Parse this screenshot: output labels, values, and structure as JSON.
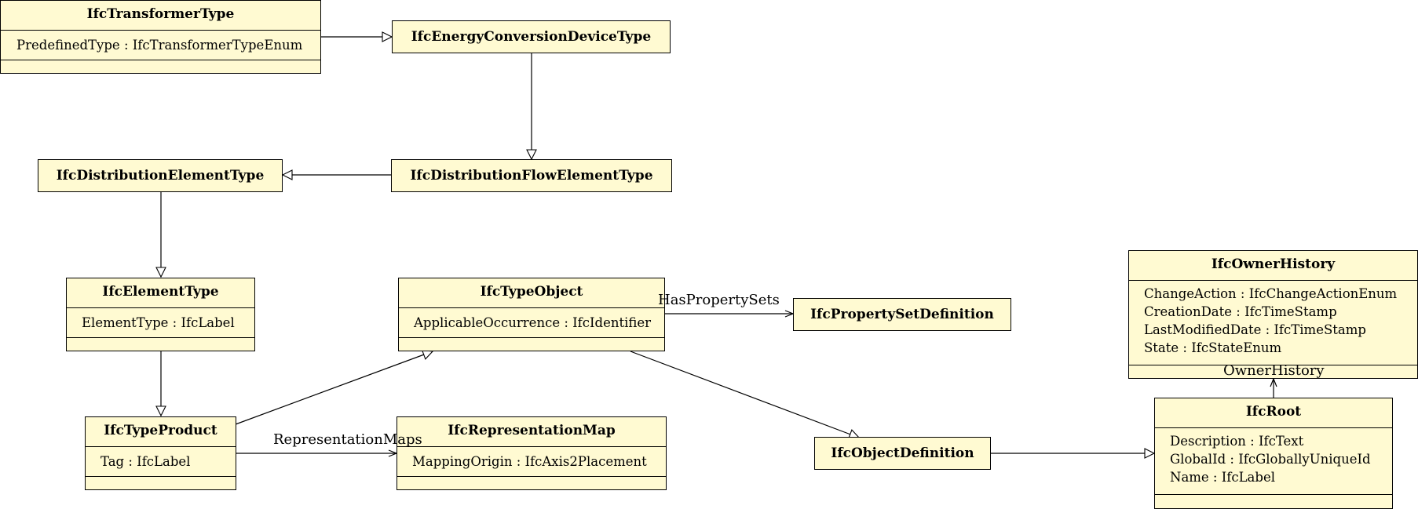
{
  "classes": {
    "transformer_type": {
      "name": "IfcTransformerType",
      "attributes": [
        "PredefinedType : IfcTransformerTypeEnum"
      ]
    },
    "energy_conversion_device_type": {
      "name": "IfcEnergyConversionDeviceType"
    },
    "distribution_element_type": {
      "name": "IfcDistributionElementType"
    },
    "distribution_flow_element_type": {
      "name": "IfcDistributionFlowElementType"
    },
    "element_type": {
      "name": "IfcElementType",
      "attributes": [
        "ElementType : IfcLabel"
      ]
    },
    "type_object": {
      "name": "IfcTypeObject",
      "attributes": [
        "ApplicableOccurrence : IfcIdentifier"
      ]
    },
    "property_set_definition": {
      "name": "IfcPropertySetDefinition"
    },
    "owner_history": {
      "name": "IfcOwnerHistory",
      "attributes": [
        "ChangeAction : IfcChangeActionEnum",
        "CreationDate : IfcTimeStamp",
        "LastModifiedDate : IfcTimeStamp",
        "State : IfcStateEnum"
      ]
    },
    "type_product": {
      "name": "IfcTypeProduct",
      "attributes": [
        "Tag : IfcLabel"
      ]
    },
    "representation_map": {
      "name": "IfcRepresentationMap",
      "attributes": [
        "MappingOrigin : IfcAxis2Placement"
      ]
    },
    "object_definition": {
      "name": "IfcObjectDefinition"
    },
    "root": {
      "name": "IfcRoot",
      "attributes": [
        "Description : IfcText",
        "GlobalId : IfcGloballyUniqueId",
        "Name : IfcLabel"
      ]
    }
  },
  "associations": {
    "has_property_sets": "HasPropertySets",
    "representation_maps": "RepresentationMaps",
    "owner_history": "OwnerHistory"
  },
  "colors": {
    "class_fill": "#fffad2",
    "line": "#000000"
  }
}
